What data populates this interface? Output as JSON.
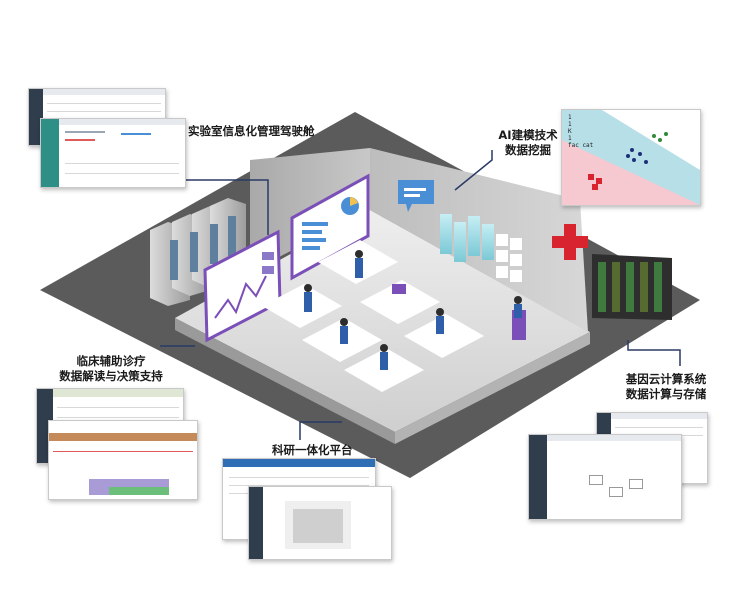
{
  "labels": {
    "lab_cockpit": "实验室信息化管理驾驶舱",
    "ai_line1": "AI建模技术",
    "ai_line2": "数据挖掘",
    "clinical_line1": "临床辅助诊疗",
    "clinical_line2": "数据解读与决策支持",
    "cloud_line1": "基因云计算系统",
    "cloud_line2": "数据计算与存储",
    "research_platform": "科研一体化平台"
  },
  "scatter_legend": [
    "1",
    "1",
    "K",
    "1",
    "fac cat"
  ],
  "colors": {
    "floor_dark": "#5b5b5b",
    "floor_light": "#d9d9d9",
    "wall": "#c4c4c4",
    "accent_purple": "#7b4fb8",
    "accent_cyan": "#9ad5df",
    "accent_red": "#d8242f",
    "panel_blue": "#4a8fd6",
    "callout_line": "#2b3a66"
  }
}
